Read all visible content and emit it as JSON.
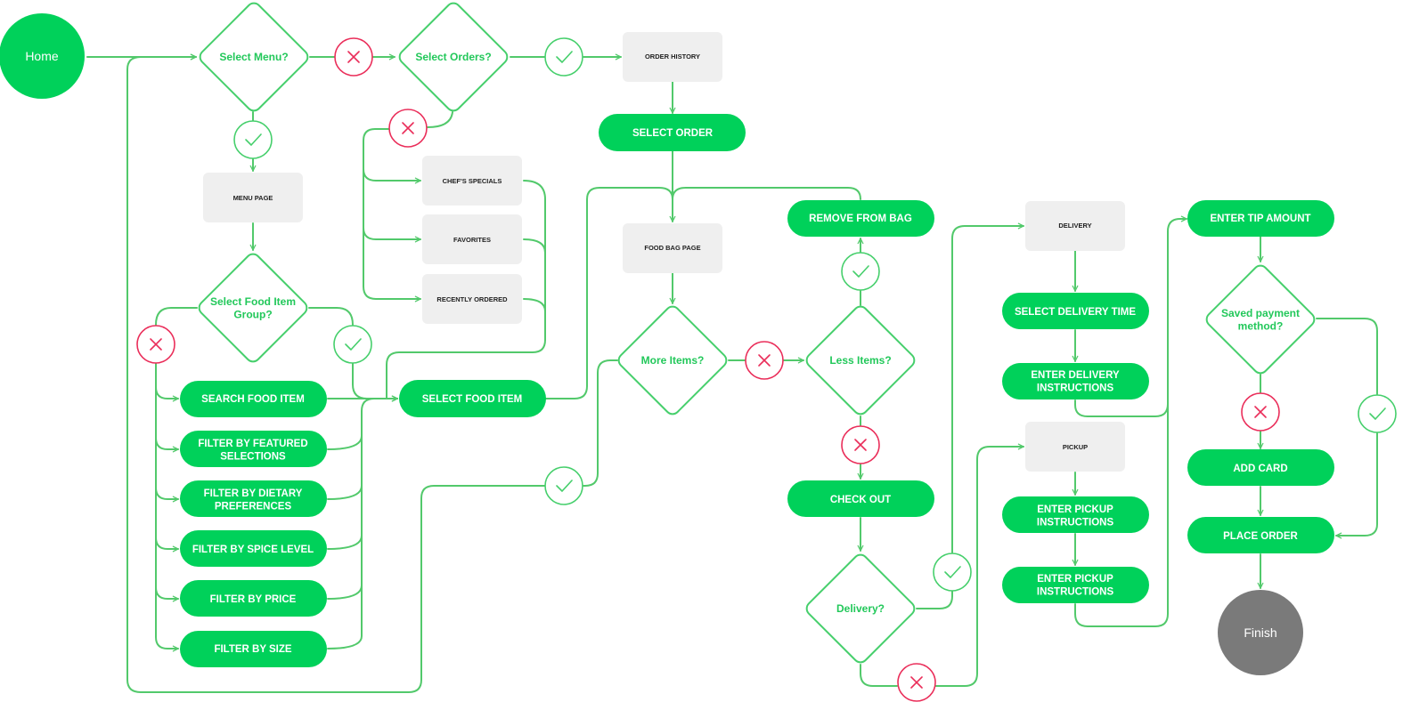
{
  "colors": {
    "accent_green": "#00d15a",
    "line_green": "#52c96b",
    "reject_red": "#ea2e5a",
    "box_grey": "#efefef",
    "finish_grey": "#7a7a7a"
  },
  "terminals": {
    "home": "Home",
    "finish": "Finish"
  },
  "decisions": {
    "select_menu": [
      "Select Menu?"
    ],
    "select_orders": [
      "Select Orders?"
    ],
    "select_food_item_group": [
      "Select Food Item",
      "Group?"
    ],
    "more_items": [
      "More Items?"
    ],
    "less_items": [
      "Less Items?"
    ],
    "delivery": [
      "Delivery?"
    ],
    "saved_payment": [
      "Saved payment",
      "method?"
    ]
  },
  "pages": {
    "order_history": "ORDER HISTORY",
    "menu_page": "MENU PAGE",
    "chefs_specials": "CHEF'S SPECIALS",
    "favorites": "FAVORITES",
    "recently_ordered": "RECENTLY ORDERED",
    "food_bag_page": "FOOD BAG PAGE",
    "delivery_page": "DELIVERY",
    "pickup_page": "PICKUP"
  },
  "actions": {
    "select_order": [
      "SELECT ORDER"
    ],
    "search_food_item": [
      "SEARCH FOOD ITEM"
    ],
    "filter_featured": [
      "FILTER BY FEATURED",
      "SELECTIONS"
    ],
    "filter_dietary": [
      "FILTER BY DIETARY",
      "PREFERENCES"
    ],
    "filter_spice": [
      "FILTER BY SPICE LEVEL"
    ],
    "filter_price": [
      "FILTER BY PRICE"
    ],
    "filter_size": [
      "FILTER BY SIZE"
    ],
    "select_food_item": [
      "SELECT FOOD ITEM"
    ],
    "remove_from_bag": [
      "REMOVE FROM BAG"
    ],
    "check_out": [
      "CHECK OUT"
    ],
    "select_delivery_time": [
      "SELECT DELIVERY TIME"
    ],
    "enter_delivery_instructions": [
      "ENTER DELIVERY",
      "INSTRUCTIONS"
    ],
    "enter_pickup_instructions_1": [
      "ENTER PICKUP",
      "INSTRUCTIONS"
    ],
    "enter_pickup_instructions_2": [
      "ENTER PICKUP",
      "INSTRUCTIONS"
    ],
    "enter_tip_amount": [
      "ENTER TIP AMOUNT"
    ],
    "add_card": [
      "ADD CARD"
    ],
    "place_order": [
      "PLACE ORDER"
    ]
  },
  "branch_markers": {
    "yes_icon": "check-circle-icon",
    "no_icon": "cross-circle-icon"
  }
}
